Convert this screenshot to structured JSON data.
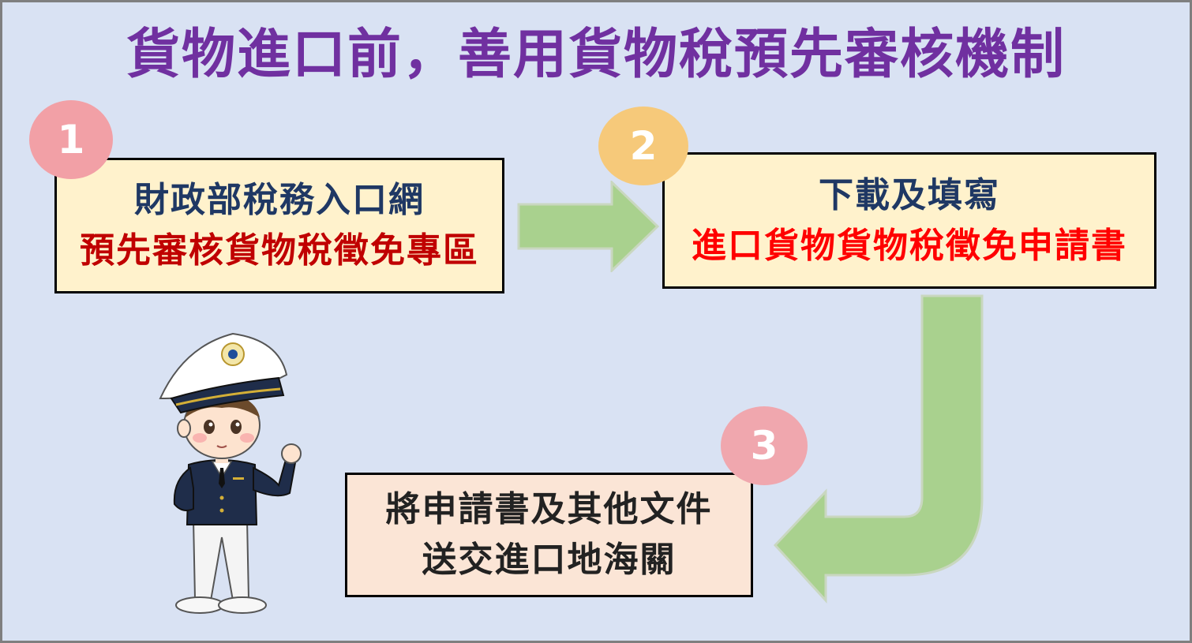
{
  "title": "貨物進口前，善用貨物稅預先審核機制",
  "steps": [
    {
      "badge": "1",
      "lines": [
        "財政部稅務入口網",
        "預先審核貨物稅徵免專區"
      ]
    },
    {
      "badge": "2",
      "lines": [
        "下載及填寫",
        "進口貨物貨物稅徵免申請書"
      ]
    },
    {
      "badge": "3",
      "lines": [
        "將申請書及其他文件",
        "送交進口地海關"
      ]
    }
  ],
  "colors": {
    "background": "#d9e2f3",
    "title": "#7030a0",
    "arrow": "#a9d18e",
    "box_light": "#fff2cc",
    "box_peach": "#fbe5d6",
    "emphasis_maroon": "#c00000",
    "emphasis_red": "#ff0000"
  },
  "illustration": "customs-officer-mascot"
}
